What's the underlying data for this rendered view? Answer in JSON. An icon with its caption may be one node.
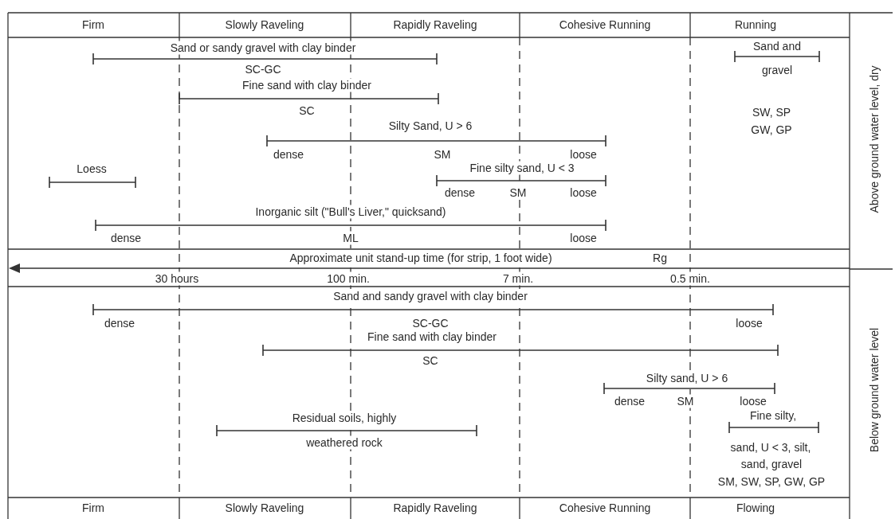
{
  "diagram": {
    "labels": [
      "Firm",
      "Slowly Raveling",
      "Rapidly Raveling",
      "Cohesive Running",
      "Running",
      "Above ground water level, dry",
      "Sand or sandy gravel with clay binder",
      "Sand and",
      "SC-GC",
      "gravel",
      "Fine sand with clay binder",
      "SC",
      "SW, SP",
      "Silty Sand, U > 6",
      "GW, GP",
      "dense",
      "SM",
      "loose",
      "Loess",
      "Fine silty sand, U < 3",
      "dense",
      "SM",
      "loose",
      "Inorganic silt (\"Bull's Liver,\" quicksand)",
      "dense",
      "ML",
      "loose",
      "Approximate unit stand-up time (for strip, 1 foot wide)",
      "Rg",
      "30 hours",
      "100 min.",
      "7 min.",
      "0.5 min.",
      "Below ground water level",
      "Sand and sandy gravel with clay binder",
      "dense",
      "SC-GC",
      "loose",
      "Fine sand with clay binder",
      "SC",
      "Silty sand, U > 6",
      "dense",
      "SM",
      "loose",
      "Residual soils, highly",
      "Fine silty,",
      "weathered rock",
      "sand, U < 3, silt,",
      "sand, gravel",
      "SM, SW, SP, GW, GP",
      "Firm",
      "Slowly Raveling",
      "Rapidly Raveling",
      "Cohesive Running",
      "Flowing"
    ]
  }
}
